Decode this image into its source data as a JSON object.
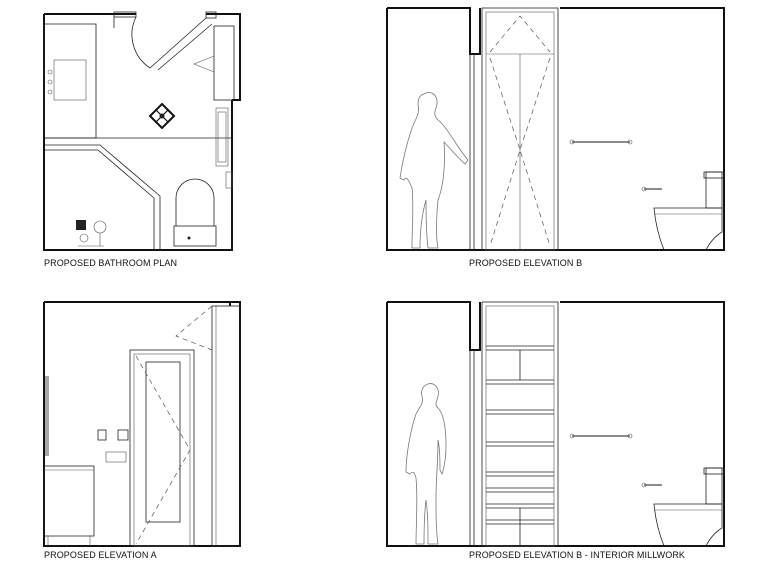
{
  "drawings": {
    "plan": {
      "caption": "PROPOSED BATHROOM PLAN"
    },
    "elev_b": {
      "caption": "PROPOSED ELEVATION B"
    },
    "elev_a": {
      "caption": "PROPOSED ELEVATION A"
    },
    "elev_m": {
      "caption": "PROPOSED ELEVATION B - INTERIOR MILLWORK"
    }
  }
}
